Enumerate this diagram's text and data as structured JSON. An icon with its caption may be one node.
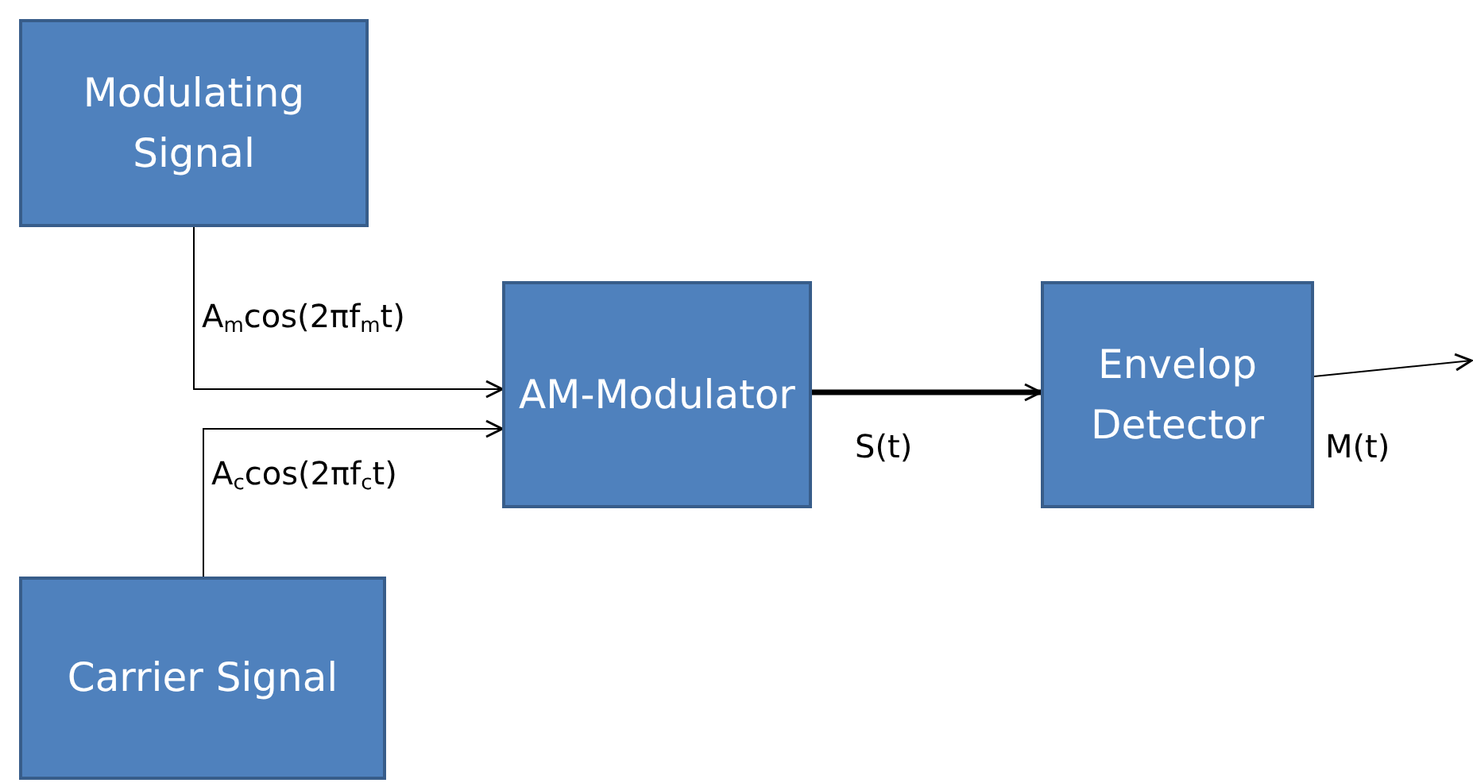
{
  "diagram": {
    "nodes": [
      {
        "text": [
          "Modulating Signal"
        ]
      },
      {
        "text": [
          "Carrier Signal"
        ]
      },
      {
        "text": [
          "AM-Modulator"
        ]
      },
      {
        "text": [
          "Envelop Detector"
        ]
      }
    ],
    "edges": [
      {
        "from": 0,
        "to": 2,
        "arrow": "to",
        "label": "A$_{m}$cos(2πf$_{m}$t)"
      },
      {
        "from": 1,
        "to": 2,
        "arrow": "to",
        "label": "A$_{c}$cos(2πf$_{c}$t)"
      },
      {
        "from": 2,
        "to": 3,
        "arrow": "to",
        "label": "S(t)",
        "style": "thick"
      },
      {
        "from": 3,
        "to": null,
        "arrow": "to",
        "label": "M(t)"
      }
    ]
  }
}
